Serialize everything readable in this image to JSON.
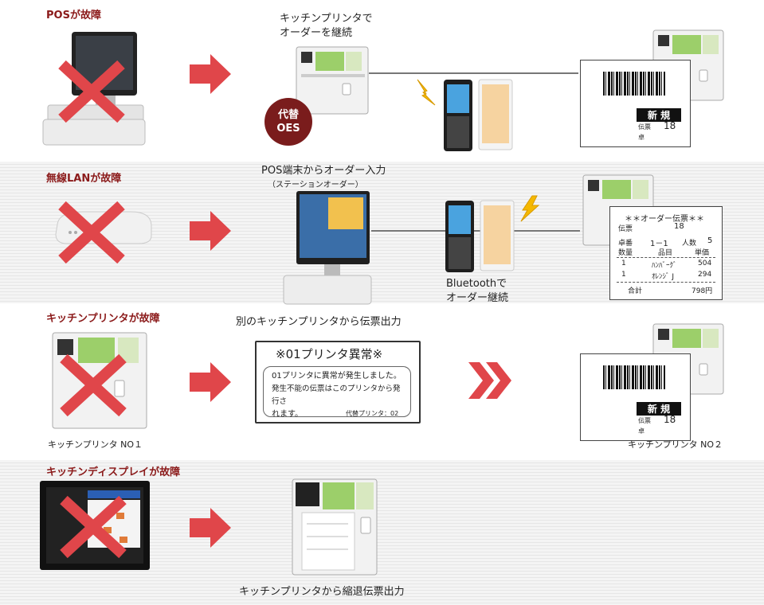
{
  "sections": [
    {
      "title": "POSが故障"
    },
    {
      "title": "無線LANが故障"
    },
    {
      "title": "キッチンプリンタが故障"
    },
    {
      "title": "キッチンディスプレイが故障"
    }
  ],
  "pos": {
    "caption_line1": "キッチンプリンタで",
    "caption_line2": "オーダーを継続",
    "oes_line1": "代替",
    "oes_line2": "OES",
    "ticket_label": "新 規",
    "ticket_field": "伝票",
    "ticket_no": "18",
    "ticket_extra": "卓"
  },
  "lan": {
    "caption_line1": "POS端末からオーダー入力",
    "caption_line2": "（ステーションオーダー）",
    "bt_line1": "Bluetoothで",
    "bt_line2": "オーダー継続",
    "receipt": {
      "title": "＊＊オーダー伝票＊＊",
      "slip_label": "伝票",
      "slip_no": "18",
      "table_label": "卓番",
      "table_no": "1－1",
      "people_label": "人数",
      "people": "5",
      "col_qty": "数量",
      "col_item": "品目",
      "col_price": "単価",
      "rows": [
        {
          "qty": "1",
          "item": "ﾊﾝﾊﾞｰｸﾞ",
          "price": "504"
        },
        {
          "qty": "1",
          "item": "ｵﾚﾝｼﾞ J",
          "price": "294"
        }
      ],
      "total_label": "合計",
      "total": "798円"
    }
  },
  "printer": {
    "caption": "別のキッチンプリンタから伝票出力",
    "alert_title": "※01プリンタ異常※",
    "alert_line1": "01プリンタに異常が発生しました。",
    "alert_line2": "発生不能の伝票はこのプリンタから発行さ",
    "alert_line3": "れます。",
    "alert_footer": "代替プリンタ：02",
    "label_left": "キッチンプリンタ NO１",
    "label_right": "キッチンプリンタ NO２",
    "ticket_label": "新 規",
    "ticket_field": "伝票",
    "ticket_no": "18",
    "ticket_extra": "卓"
  },
  "display": {
    "caption": "キッチンプリンタから縮退伝票出力"
  },
  "colors": {
    "accent_red": "#e0464a",
    "title_red": "#8b1a1a",
    "oes_badge": "#7a1c1c"
  }
}
